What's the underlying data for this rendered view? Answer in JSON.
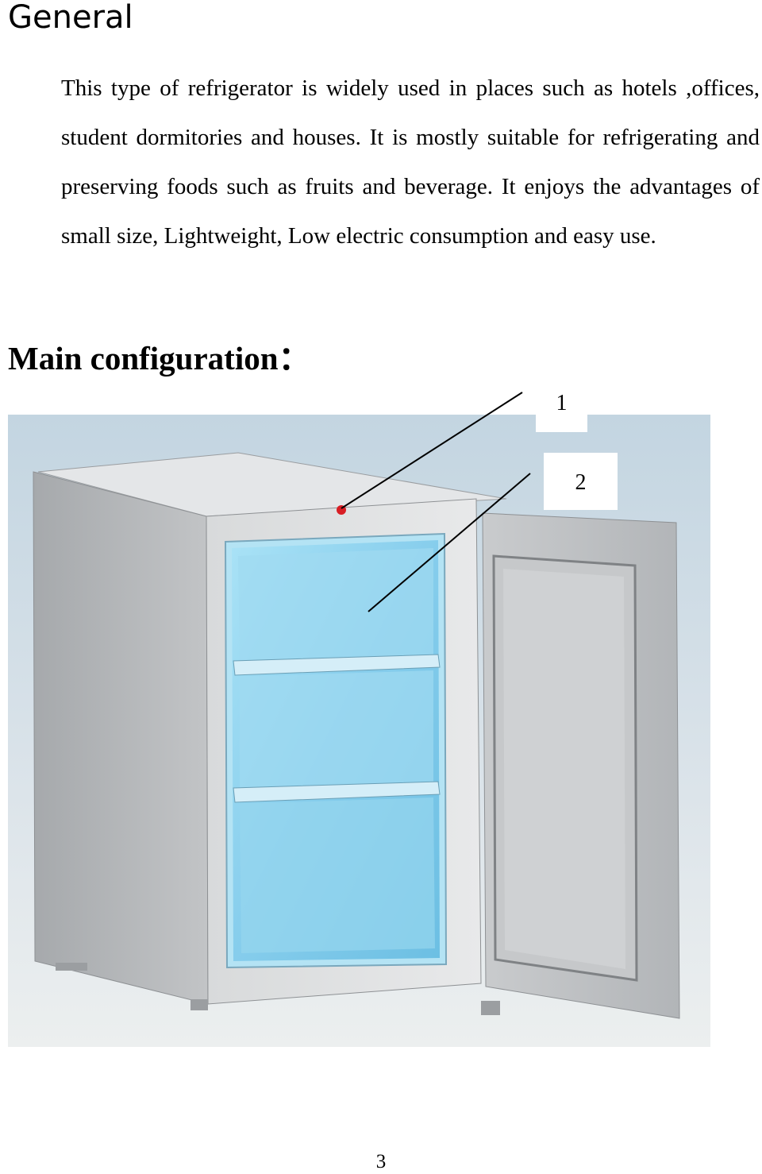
{
  "page": {
    "section_heading": "General",
    "intro_paragraph": "This type of refrigerator is widely used in places such as hotels ,offices, student dormitories and houses. It is mostly suitable for refrigerating and preserving foods such as fruits and beverage. It enjoys the advantages of small size, Lightweight, Low electric consumption and easy use.",
    "config_heading": "Main configuration：",
    "callouts": [
      {
        "label": "1"
      },
      {
        "label": "2"
      }
    ],
    "page_number": "3"
  },
  "colors": {
    "background_top": "#c4d6e2",
    "background_bottom": "#ebeef1",
    "cabinet_body": "#b9bbbd",
    "interior_blue": "#8fd3ef",
    "indicator_red": "#d81e24"
  }
}
